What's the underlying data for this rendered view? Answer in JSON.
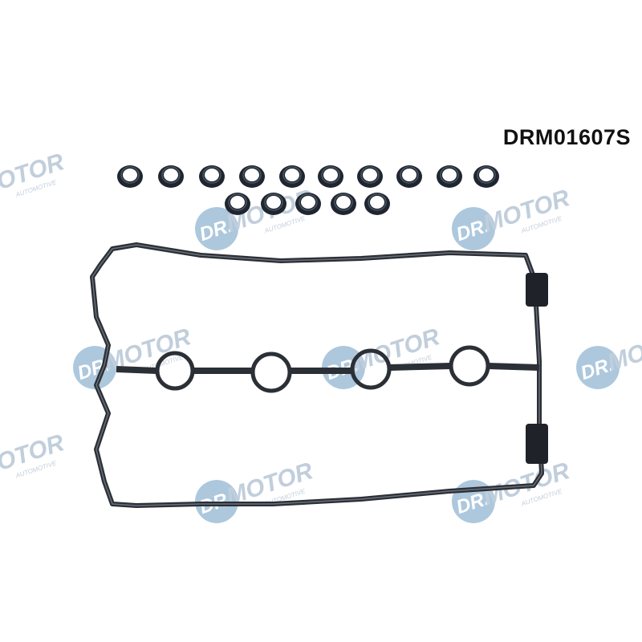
{
  "product": {
    "part_number": "DRM01607S"
  },
  "watermark": {
    "brand_mark": "DR.",
    "brand_name": "MOTOR",
    "brand_tagline": "AUTOMOTIVE",
    "colors": {
      "circle": "#9fbfd8",
      "text": "#b7c6d6"
    }
  },
  "parts": {
    "seal_rings_count": 15,
    "gasket_color": "#2b2f36",
    "ring_color": "#1f2630"
  }
}
